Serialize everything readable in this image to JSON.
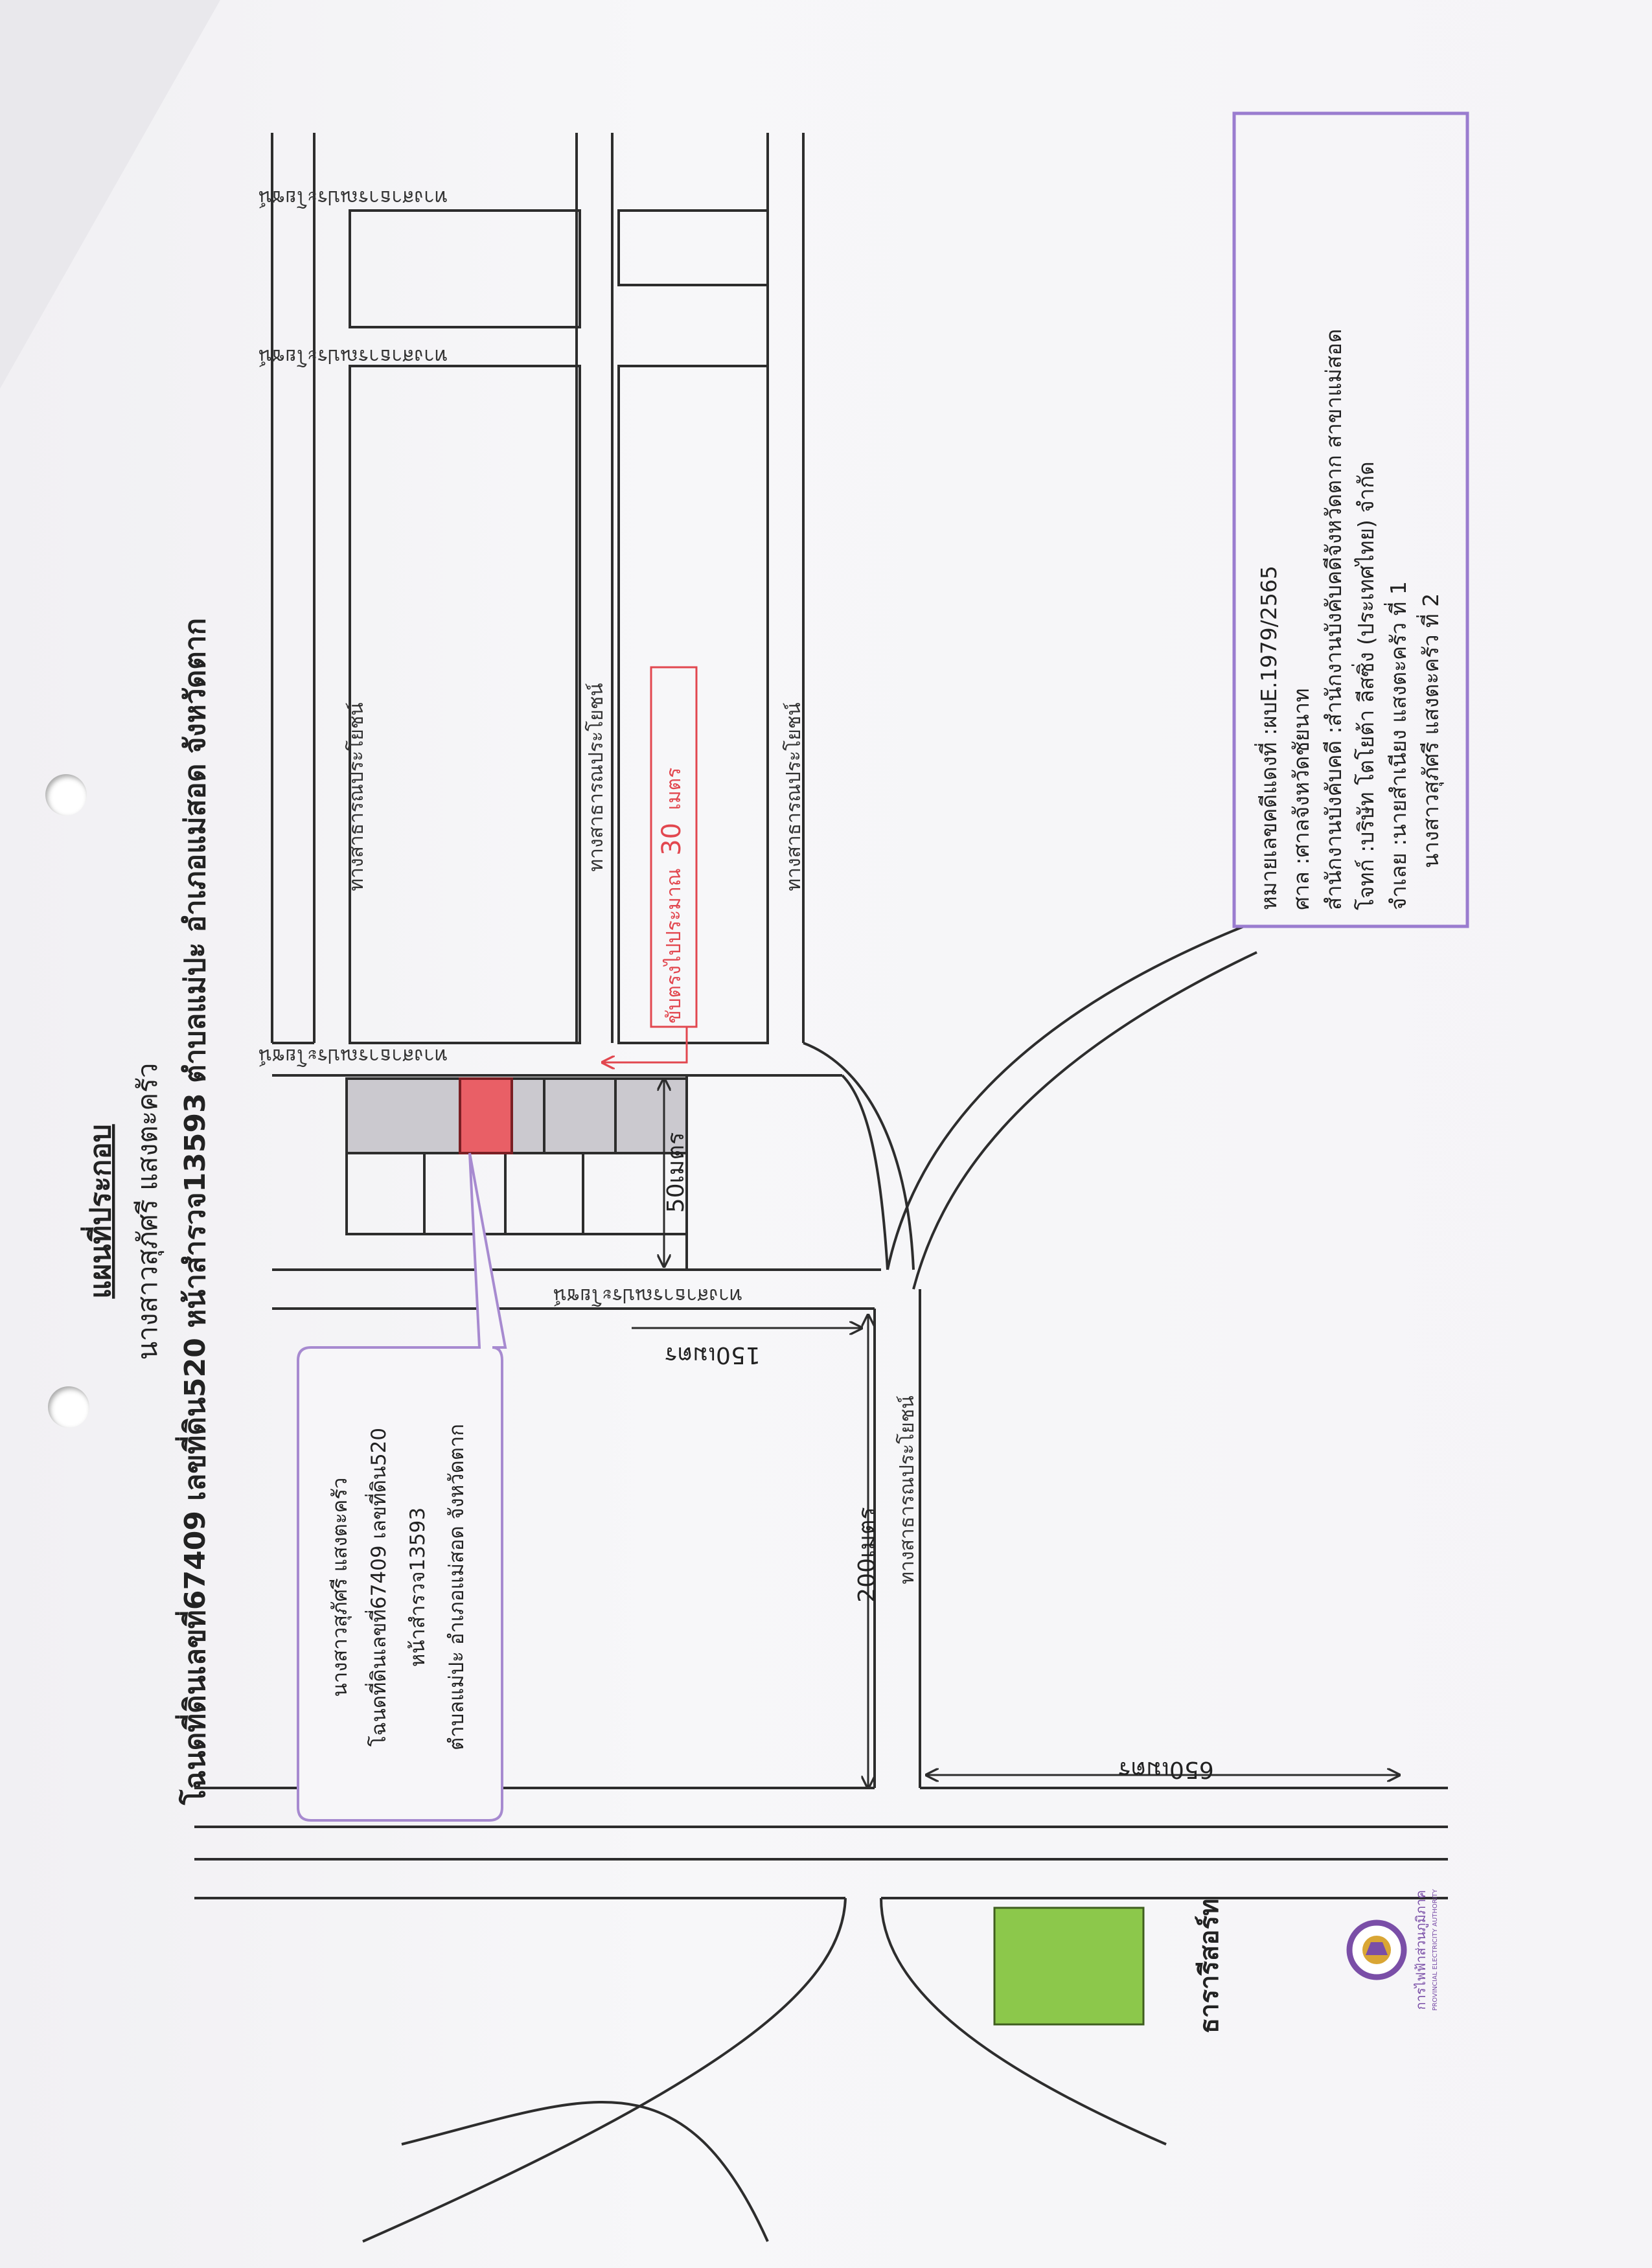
{
  "header": {
    "title": "แผนที่ประกอบ",
    "owner": "นางสาวสุภัศรี แสงตะครัว",
    "deed": "โฉนดที่ดินเลขที่67409 เลขที่ดิน520 หน้าสำรวจ13593 ตำบลแม่ปะ อำเภอแม่สอด จังหวัดตาก"
  },
  "roads": {
    "public_way": "ทางสาธารณประโยชน์"
  },
  "distances": {
    "d50": "50เมตร",
    "d150": "150เมตร",
    "d200": "200เมตร",
    "d650": "650เมตร"
  },
  "direction_note": {
    "prefix": "ขับตรงไปประมาณ",
    "number": "30",
    "unit": "เมตร"
  },
  "callout": {
    "line1": "นางสาวสุภัศรี แสงตะครัว",
    "line2": "โฉนดที่ดินเลขที่67409 เลขที่ดิน520",
    "line3": "หน้าสำรวจ13593",
    "line4": "ตำบลแม่ปะ อำเภอแม่สอด จังหวัดตาก"
  },
  "case_box": {
    "line1": "หมายเลขคดีแดงที่ :ผบE.1979/2565",
    "line2": "ศาล :ศาลจังหวัดชัยนาท",
    "line3": "สำนักงานบังคับคดี :สำนักงานบังคับคดีจังหวัดตาก สาขาแม่สอด",
    "line4": "โจทก์ :บริษัท โตโยต้า ลีสซิ่ง (ประเทศไทย) จำกัด",
    "line5": "จำเลย :นายสำเนียง แสงตะครัว ที่ 1",
    "line6": "นางสาวสุภัศรี แสงตะครัว ที่ 2"
  },
  "landmark": {
    "label": "ธารารีสอร์ท"
  },
  "logo": {
    "name": "การไฟฟ้าส่วนภูมิภาค",
    "sub": "PROVINCIAL ELECTRICITY AUTHORITY"
  },
  "colors": {
    "plot_red": "#e95f66",
    "note_red": "#e2474f",
    "callout_purple": "#a78ad0",
    "resort_green": "#8cc84b",
    "building_grey": "#cbc9cf",
    "line": "#2d2d2d"
  }
}
